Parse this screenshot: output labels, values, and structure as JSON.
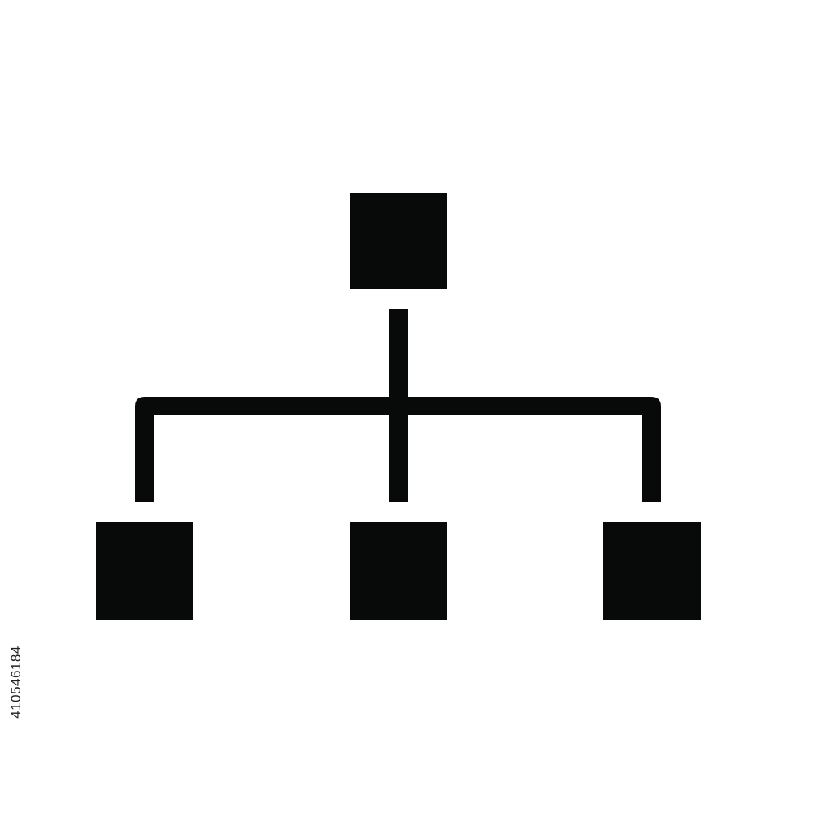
{
  "diagram": {
    "type": "hierarchy-icon",
    "root": {
      "name": "root-node"
    },
    "children": [
      {
        "name": "child-node-left"
      },
      {
        "name": "child-node-center"
      },
      {
        "name": "child-node-right"
      }
    ],
    "colors": {
      "fill": "#080a09",
      "background": "#ffffff"
    }
  },
  "watermark": {
    "stock_id": "410546184"
  }
}
